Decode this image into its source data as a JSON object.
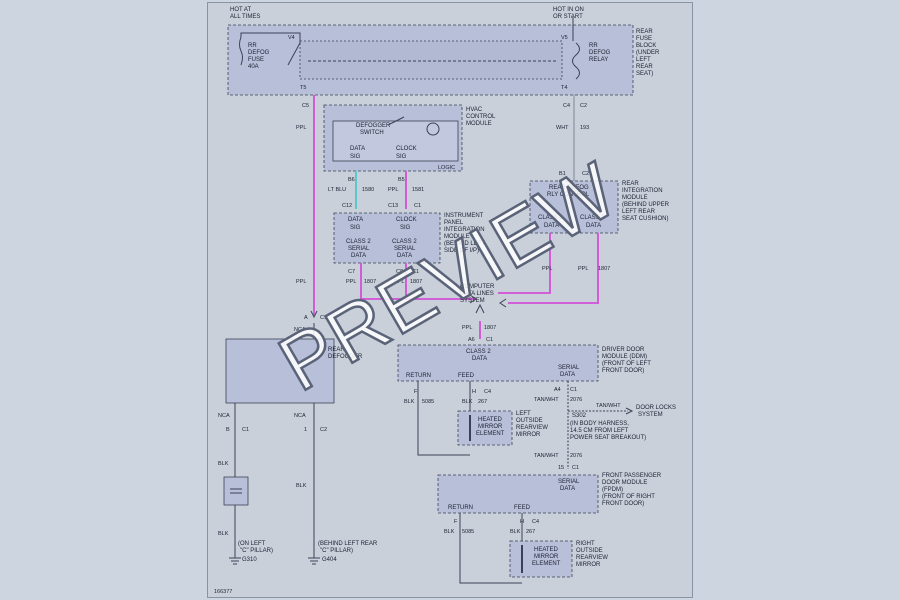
{
  "labels": {
    "hot_all_times": [
      "HOT AT",
      "ALL TIMES"
    ],
    "hot_in_on": [
      "HOT IN ON",
      "OR START"
    ],
    "rr_defog_fuse": [
      "RR",
      "DEFOG",
      "FUSE",
      "40A"
    ],
    "rr_defog_relay": [
      "RR",
      "DEFOG",
      "RELAY"
    ],
    "rear_fuse_block": [
      "REAR",
      "FUSE",
      "BLOCK",
      "(UNDER",
      "LEFT",
      "REAR",
      "SEAT)"
    ],
    "v4": "V4",
    "v5": "V5",
    "t5": "T5",
    "t4": "T4",
    "c5": "C5",
    "c4": "C4",
    "c2a": "C2",
    "ppl_a": "PPL",
    "wht": "WHT",
    "n193": "193",
    "hvac_module": [
      "HVAC",
      "CONTROL",
      "MODULE"
    ],
    "defogger_switch": [
      "DEFOGGER",
      "SWITCH"
    ],
    "data_sig_a": [
      "DATA",
      "SIG"
    ],
    "clock_sig_a": [
      "CLOCK",
      "SIG"
    ],
    "logic": "LOGIC",
    "b6": "B6",
    "b5": "B5",
    "ltblu": "LT BLU",
    "n1580": "1580",
    "ppl_b": "PPL",
    "n1581": "1581",
    "c12": "C12",
    "c13": "C13",
    "c1a": "C1",
    "data_sig_b": [
      "DATA",
      "SIG"
    ],
    "clock_sig_b": [
      "CLOCK",
      "SIG"
    ],
    "class2_a": [
      "CLASS 2",
      "SERIAL",
      "DATA"
    ],
    "class2_b": [
      "CLASS 2",
      "SERIAL",
      "DATA"
    ],
    "ipim": [
      "INSTRUMENT",
      "PANEL",
      "INTEGRATION",
      "MODULE",
      "(BEHIND LEFT",
      "SIDE OF I/P)"
    ],
    "b1": "B1",
    "c2b": "C2",
    "rear_defog_ctrl": [
      "REAR DEFOG",
      "RLY CONTROL"
    ],
    "rim": [
      "REAR",
      "INTEGRATION",
      "MODULE",
      "(BEHIND UPPER",
      "LEFT REAR",
      "SEAT CUSHION)"
    ],
    "class2_c": [
      "CLASS 2",
      "DATA"
    ],
    "class2_d": [
      "CLASS 2",
      "DATA"
    ],
    "c7": "C7",
    "c8": "C8",
    "c1b": "C1",
    "ppl_c": "PPL",
    "n1807a": "1807",
    "ppl_d": "PPL",
    "n1807b": "1807",
    "ppl_e": "PPL",
    "ppl_f": "PPL",
    "n1807c": "1807",
    "computer_data": [
      "COMPUTER",
      "DATA LINES",
      "SYSTEM"
    ],
    "ppl_g": "PPL",
    "n1807d": "1807",
    "a6": "A6",
    "c1c": "C1",
    "ppl_main": "PPL",
    "a_conn": "A",
    "c1d": "C1",
    "nca1": "NCA",
    "nca2": "NCA",
    "nca3": "NCA",
    "rear_defogger": [
      "REAR",
      "DEFOGGER"
    ],
    "class2_ddm": [
      "CLASS 2",
      "DATA"
    ],
    "return_a": "RETURN",
    "feed_a": "FEED",
    "serial_data_a": [
      "SERIAL",
      "DATA"
    ],
    "ddm": [
      "DRIVER DOOR",
      "MODULE (DDM)",
      "(FRONT OF LEFT",
      "FRONT DOOR)"
    ],
    "f_a": "F",
    "h_a": "H",
    "c4a": "C4",
    "blk_a": "BLK",
    "n5085a": "5085",
    "blk_b": "BLK",
    "n267a": "267",
    "a4": "A4",
    "c1e": "C1",
    "tanwht_a": "TAN/WHT",
    "n2076a": "2076",
    "tanwht_b": "TAN/WHT",
    "door_locks": [
      "DOOR LOCKS",
      "SYSTEM"
    ],
    "left_mirror": [
      "HEATED",
      "MIRROR",
      "ELEMENT"
    ],
    "left_outside": [
      "LEFT",
      "OUTSIDE",
      "REARVIEW",
      "MIRROR"
    ],
    "s302": [
      "S302",
      "(IN BODY HARNESS,",
      "14.5 CM FROM LEFT",
      "POWER SEAT BREAKOUT)"
    ],
    "tanwht_c": "TAN/WHT",
    "n2076b": "2076",
    "n15": "15",
    "c1f": "C1",
    "b_conn": "B",
    "c1g": "C1",
    "one_conn": "1",
    "c2c": "C2",
    "blk_c": "BLK",
    "blk_d": "BLK",
    "blk_e": "BLK",
    "serial_data_b": [
      "SERIAL",
      "DATA"
    ],
    "fpdm": [
      "FRONT PASSENGER",
      "DOOR MODULE",
      "(FPDM)",
      "(FRONT OF RIGHT",
      "FRONT DOOR)"
    ],
    "return_b": "RETURN",
    "feed_b": "FEED",
    "f_b": "F",
    "h_b": "H",
    "c4b": "C4",
    "blk_f": "BLK",
    "n5085b": "5085",
    "blk_g": "BLK",
    "n267b": "267",
    "right_mirror": [
      "HEATED",
      "MIRROR",
      "ELEMENT"
    ],
    "right_outside": [
      "RIGHT",
      "OUTSIDE",
      "REARVIEW",
      "MIRROR"
    ],
    "g310": [
      "(ON LEFT",
      "\"C\" PILLAR)",
      "G310"
    ],
    "g404": [
      "(BEHIND LEFT REAR",
      "\"C\" PILLAR)",
      "G404"
    ],
    "figure_id": "166377"
  },
  "watermark": "PREVIEW",
  "colors": {
    "ppl": "#d24fd8",
    "lt_blu": "#4ec8cc",
    "wht": "#9aa3b3",
    "module_fill": "#b8bfd8"
  }
}
